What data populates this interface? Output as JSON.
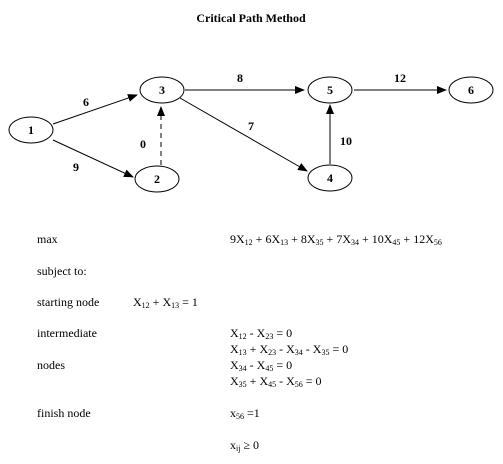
{
  "title": "Critical Path Method",
  "nodes": [
    {
      "id": "1",
      "label": "1"
    },
    {
      "id": "2",
      "label": "2"
    },
    {
      "id": "3",
      "label": "3"
    },
    {
      "id": "4",
      "label": "4"
    },
    {
      "id": "5",
      "label": "5"
    },
    {
      "id": "6",
      "label": "6"
    }
  ],
  "edges": [
    {
      "from": "1",
      "to": "3",
      "label": "6",
      "dashed": false
    },
    {
      "from": "1",
      "to": "2",
      "label": "9",
      "dashed": false
    },
    {
      "from": "2",
      "to": "3",
      "label": "0",
      "dashed": true
    },
    {
      "from": "3",
      "to": "5",
      "label": "8",
      "dashed": false
    },
    {
      "from": "3",
      "to": "4",
      "label": "7",
      "dashed": false
    },
    {
      "from": "4",
      "to": "5",
      "label": "10",
      "dashed": false
    },
    {
      "from": "5",
      "to": "6",
      "label": "12",
      "dashed": false
    }
  ],
  "model": {
    "max_label": "max",
    "subject_to_label": "subject to:",
    "starting_node_label": "starting node",
    "intermediate_label": "intermediate",
    "nodes_label": "nodes",
    "finish_node_label": "finish node"
  }
}
